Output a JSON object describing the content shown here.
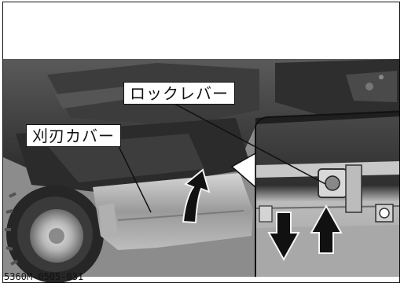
{
  "labels": {
    "lock_lever": "ロックレバー",
    "blade_cover": "刈刃カバー"
  },
  "figure_id": "5360M-0505-031",
  "colors": {
    "machine_dark": "#3a3a3a",
    "machine_mid": "#8a8a8a",
    "machine_light": "#c8c8c8",
    "arrow": "#111111"
  }
}
